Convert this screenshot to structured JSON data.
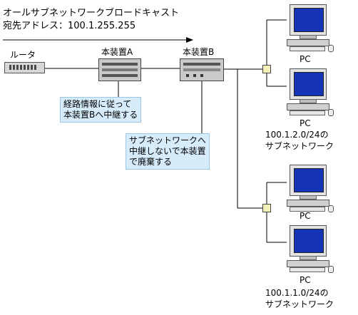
{
  "title": {
    "line1": "オールサブネットワークブロードキャスト",
    "line2": "宛先アドレス：100.1.255.255"
  },
  "labels": {
    "router": "ルータ",
    "device_a": "本装置A",
    "device_b": "本装置B",
    "pc": "PC"
  },
  "notes": {
    "relay": [
      "経路情報に従って",
      "本装置Bへ中継する"
    ],
    "discard": [
      "サブネットワークへ",
      "中継しないで本装置",
      "で廃棄する"
    ]
  },
  "subnets": {
    "upper": [
      "100.1.2.0/24の",
      "サブネットワーク"
    ],
    "lower": [
      "100.1.1.0/24の",
      "サブネットワーク"
    ]
  }
}
